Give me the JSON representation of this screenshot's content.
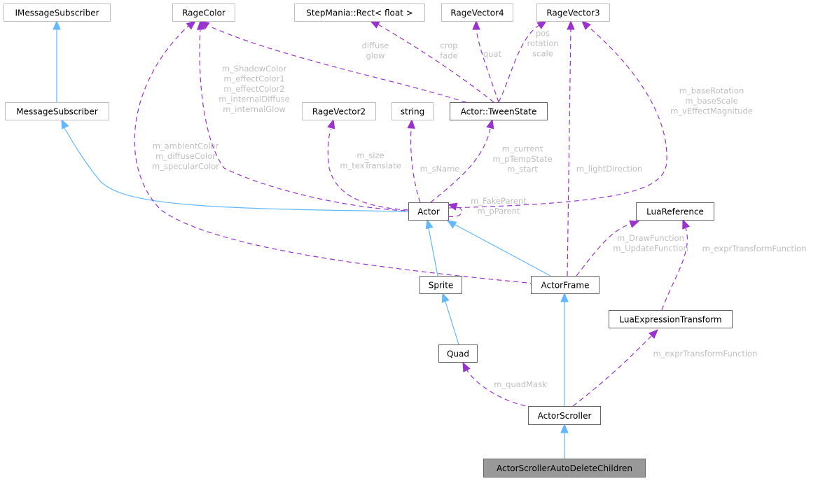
{
  "title": "ActorScrollerAutoDeleteChildren collaboration diagram",
  "legend_colors": {
    "inheritance": "#63b8ff",
    "usage": "#9a32cd",
    "label": "#bfbfbf",
    "focus_fill": "#999999"
  },
  "nodes": {
    "IMessageSubscriber": "IMessageSubscriber",
    "RageColor": "RageColor",
    "StepManiaRect": "StepMania::Rect< float >",
    "RageVector4": "RageVector4",
    "RageVector3": "RageVector3",
    "MessageSubscriber": "MessageSubscriber",
    "RageVector2": "RageVector2",
    "string": "string",
    "TweenState": "Actor::TweenState",
    "Actor": "Actor",
    "LuaReference": "LuaReference",
    "Sprite": "Sprite",
    "ActorFrame": "ActorFrame",
    "LuaExpressionTransform": "LuaExpressionTransform",
    "Quad": "Quad",
    "ActorScroller": "ActorScroller",
    "ActorScrollerAutoDeleteChildren": "ActorScrollerAutoDeleteChildren"
  },
  "edges": [
    {
      "from": "MessageSubscriber",
      "to": "IMessageSubscriber",
      "type": "inheritance",
      "label": []
    },
    {
      "from": "Actor",
      "to": "MessageSubscriber",
      "type": "inheritance",
      "label": []
    },
    {
      "from": "Sprite",
      "to": "Actor",
      "type": "inheritance",
      "label": []
    },
    {
      "from": "ActorFrame",
      "to": "Actor",
      "type": "inheritance",
      "label": []
    },
    {
      "from": "Quad",
      "to": "Sprite",
      "type": "inheritance",
      "label": []
    },
    {
      "from": "ActorScroller",
      "to": "ActorFrame",
      "type": "inheritance",
      "label": []
    },
    {
      "from": "ActorScrollerAutoDeleteChildren",
      "to": "ActorScroller",
      "type": "inheritance",
      "label": []
    },
    {
      "from": "TweenState",
      "to": "RageColor",
      "type": "usage",
      "label": [
        "diffuse",
        "glow"
      ]
    },
    {
      "from": "TweenState",
      "to": "StepManiaRect",
      "type": "usage",
      "label": [
        "crop",
        "fade"
      ]
    },
    {
      "from": "TweenState",
      "to": "RageVector4",
      "type": "usage",
      "label": [
        "quat"
      ]
    },
    {
      "from": "TweenState",
      "to": "RageVector3",
      "type": "usage",
      "label": [
        "pos",
        "rotation",
        "scale"
      ]
    },
    {
      "from": "Actor",
      "to": "RageColor",
      "type": "usage",
      "label": [
        "m_ShadowColor",
        "m_effectColor1",
        "m_effectColor2",
        "m_internalDiffuse",
        "m_internalGlow"
      ]
    },
    {
      "from": "ActorFrame",
      "to": "RageColor",
      "type": "usage",
      "label": [
        "m_ambientColor",
        "m_diffuseColor",
        "m_specularColor"
      ]
    },
    {
      "from": "Actor",
      "to": "RageVector2",
      "type": "usage",
      "label": [
        "m_size",
        "m_texTranslate"
      ]
    },
    {
      "from": "Actor",
      "to": "string",
      "type": "usage",
      "label": [
        "m_sName"
      ]
    },
    {
      "from": "Actor",
      "to": "TweenState",
      "type": "usage",
      "label": [
        "m_current",
        "m_pTempState",
        "m_start"
      ]
    },
    {
      "from": "Actor",
      "to": "RageVector3",
      "type": "usage",
      "label": [
        "m_baseRotation",
        "m_baseScale",
        "m_vEffectMagnitude"
      ]
    },
    {
      "from": "Actor",
      "to": "Actor",
      "type": "usage",
      "label": [
        "m_FakeParent",
        "m_pParent"
      ]
    },
    {
      "from": "ActorFrame",
      "to": "RageVector3",
      "type": "usage",
      "label": [
        "m_lightDirection"
      ]
    },
    {
      "from": "ActorFrame",
      "to": "LuaReference",
      "type": "usage",
      "label": [
        "m_DrawFunction",
        "m_UpdateFunction"
      ]
    },
    {
      "from": "LuaExpressionTransform",
      "to": "LuaReference",
      "type": "usage",
      "label": [
        "m_exprTransformFunction"
      ]
    },
    {
      "from": "ActorScroller",
      "to": "LuaExpressionTransform",
      "type": "usage",
      "label": [
        "m_exprTransformFunction"
      ]
    },
    {
      "from": "ActorScroller",
      "to": "Quad",
      "type": "usage",
      "label": [
        "m_quadMask"
      ]
    }
  ]
}
